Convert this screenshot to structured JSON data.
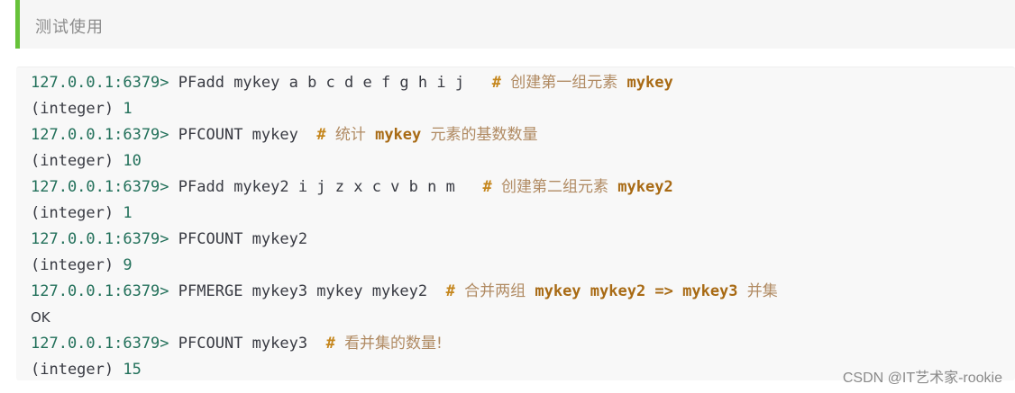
{
  "section": {
    "heading": "测试使用",
    "accent_color": "#67c23a"
  },
  "code_block": {
    "lines": [
      {
        "type": "command",
        "prompt": "127.0.0.1:6379>",
        "command": "PFadd mykey a b c d e f g h i j",
        "comment_hash": "#",
        "comment_parts": [
          "创建第一组元素",
          "mykey"
        ]
      },
      {
        "type": "output",
        "label": "(integer)",
        "value": "1"
      },
      {
        "type": "command",
        "prompt": "127.0.0.1:6379>",
        "command": "PFCOUNT mykey",
        "comment_hash": "#",
        "comment_parts": [
          "统计",
          "mykey",
          "元素的基数数量"
        ]
      },
      {
        "type": "output",
        "label": "(integer)",
        "value": "10"
      },
      {
        "type": "command",
        "prompt": "127.0.0.1:6379>",
        "command": "PFadd mykey2 i j z x c v b n m",
        "comment_hash": "#",
        "comment_parts": [
          "创建第二组元素",
          "mykey2"
        ]
      },
      {
        "type": "output",
        "label": "(integer)",
        "value": "1"
      },
      {
        "type": "command",
        "prompt": "127.0.0.1:6379>",
        "command": "PFCOUNT mykey2"
      },
      {
        "type": "output",
        "label": "(integer)",
        "value": "9"
      },
      {
        "type": "command",
        "prompt": "127.0.0.1:6379>",
        "command": "PFMERGE mykey3 mykey mykey2",
        "comment_hash": "#",
        "comment_parts": [
          "合并两组",
          "mykey mykey2 => mykey3",
          "并集"
        ]
      },
      {
        "type": "status",
        "value": "OK"
      },
      {
        "type": "command",
        "prompt": "127.0.0.1:6379>",
        "command": "PFCOUNT mykey3",
        "comment_hash": "#",
        "comment_parts": [
          "看并集的数量!"
        ]
      },
      {
        "type": "output",
        "label": "(integer)",
        "value": "15"
      }
    ]
  },
  "watermark": "CSDN @IT艺术家-rookie"
}
